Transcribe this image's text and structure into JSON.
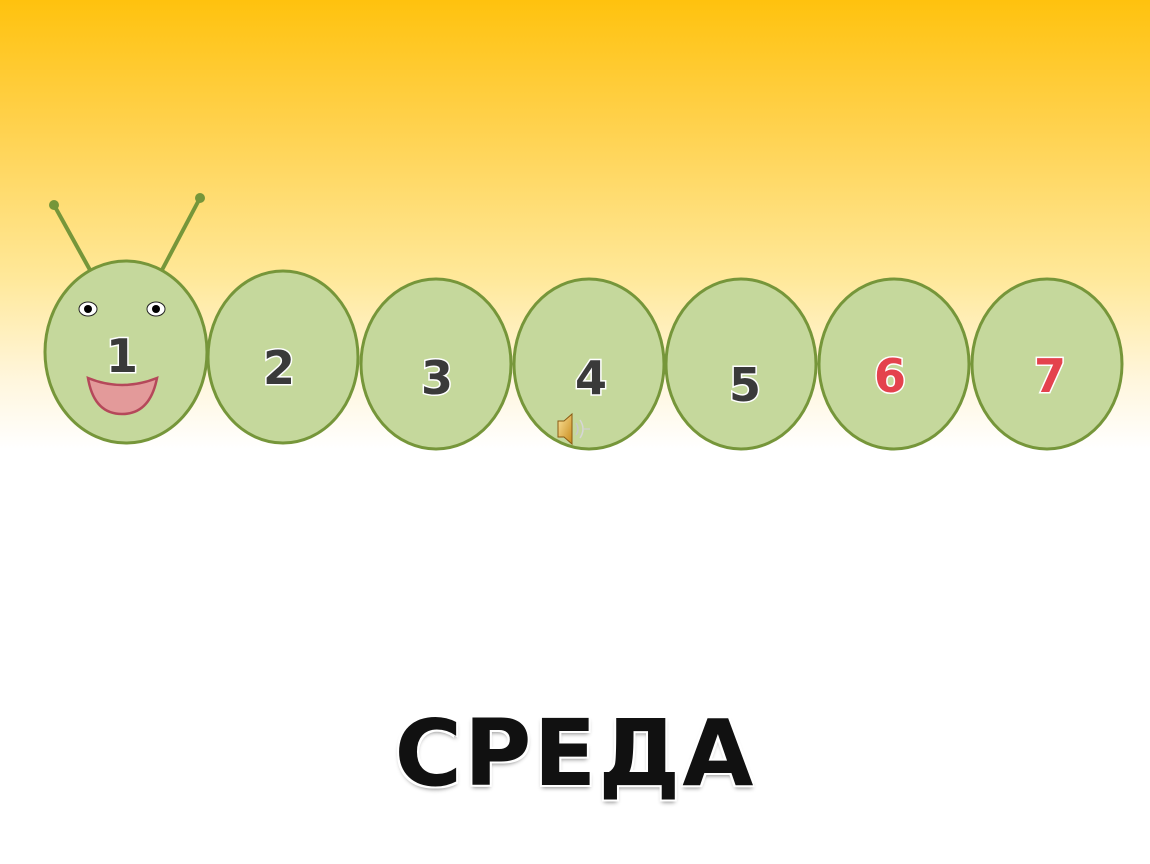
{
  "caterpillar": {
    "segments": [
      {
        "label": "1",
        "color": "#3a3a3a",
        "is_head": true
      },
      {
        "label": "2",
        "color": "#3a3a3a"
      },
      {
        "label": "3",
        "color": "#3a3a3a"
      },
      {
        "label": "4",
        "color": "#3a3a3a",
        "has_sound_icon": true
      },
      {
        "label": "5",
        "color": "#3a3a3a"
      },
      {
        "label": "6",
        "color": "#e4424d"
      },
      {
        "label": "7",
        "color": "#e4424d"
      }
    ],
    "body_fill": "#c5d89c",
    "body_stroke": "#76963a",
    "mouth_fill": "#e39a9a",
    "mouth_stroke": "#b5485a"
  },
  "sound_icon": "speaker-icon",
  "day_word": "СРЕДА",
  "background": {
    "top": "#ffc20e",
    "bottom": "#ffffff"
  }
}
